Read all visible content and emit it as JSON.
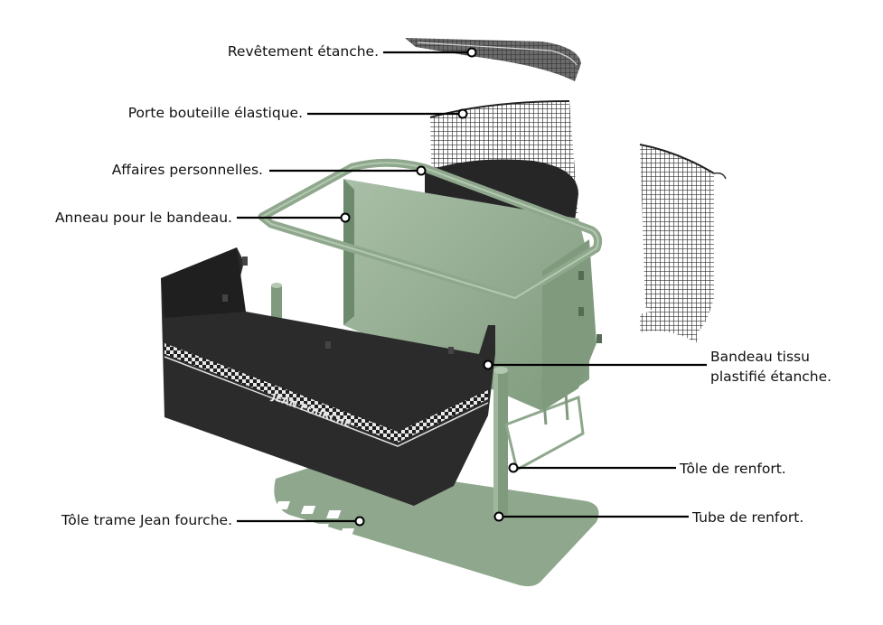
{
  "colors": {
    "metal_green": "#8fa88d",
    "metal_green_dark": "#6d8a6c",
    "metal_green_light": "#b3c8b1",
    "fabric": "#2b2b2b",
    "fabric_dark": "#1c1c1c",
    "mesh": "#3a3a3a",
    "leader": "#000000"
  },
  "brand_mark": "JEAN FOURCHE",
  "labels": {
    "revetement": "Revêtement étanche.",
    "porte_bouteille": "Porte bouteille élastique.",
    "affaires": "Affaires personnelles.",
    "anneau": "Anneau pour le bandeau.",
    "bandeau_line1": "Bandeau tissu",
    "bandeau_line2": "plastifié étanche.",
    "tole_renfort": "Tôle de renfort.",
    "tube_renfort": "Tube de renfort.",
    "tole_trame": "Tôle trame Jean fourche."
  }
}
